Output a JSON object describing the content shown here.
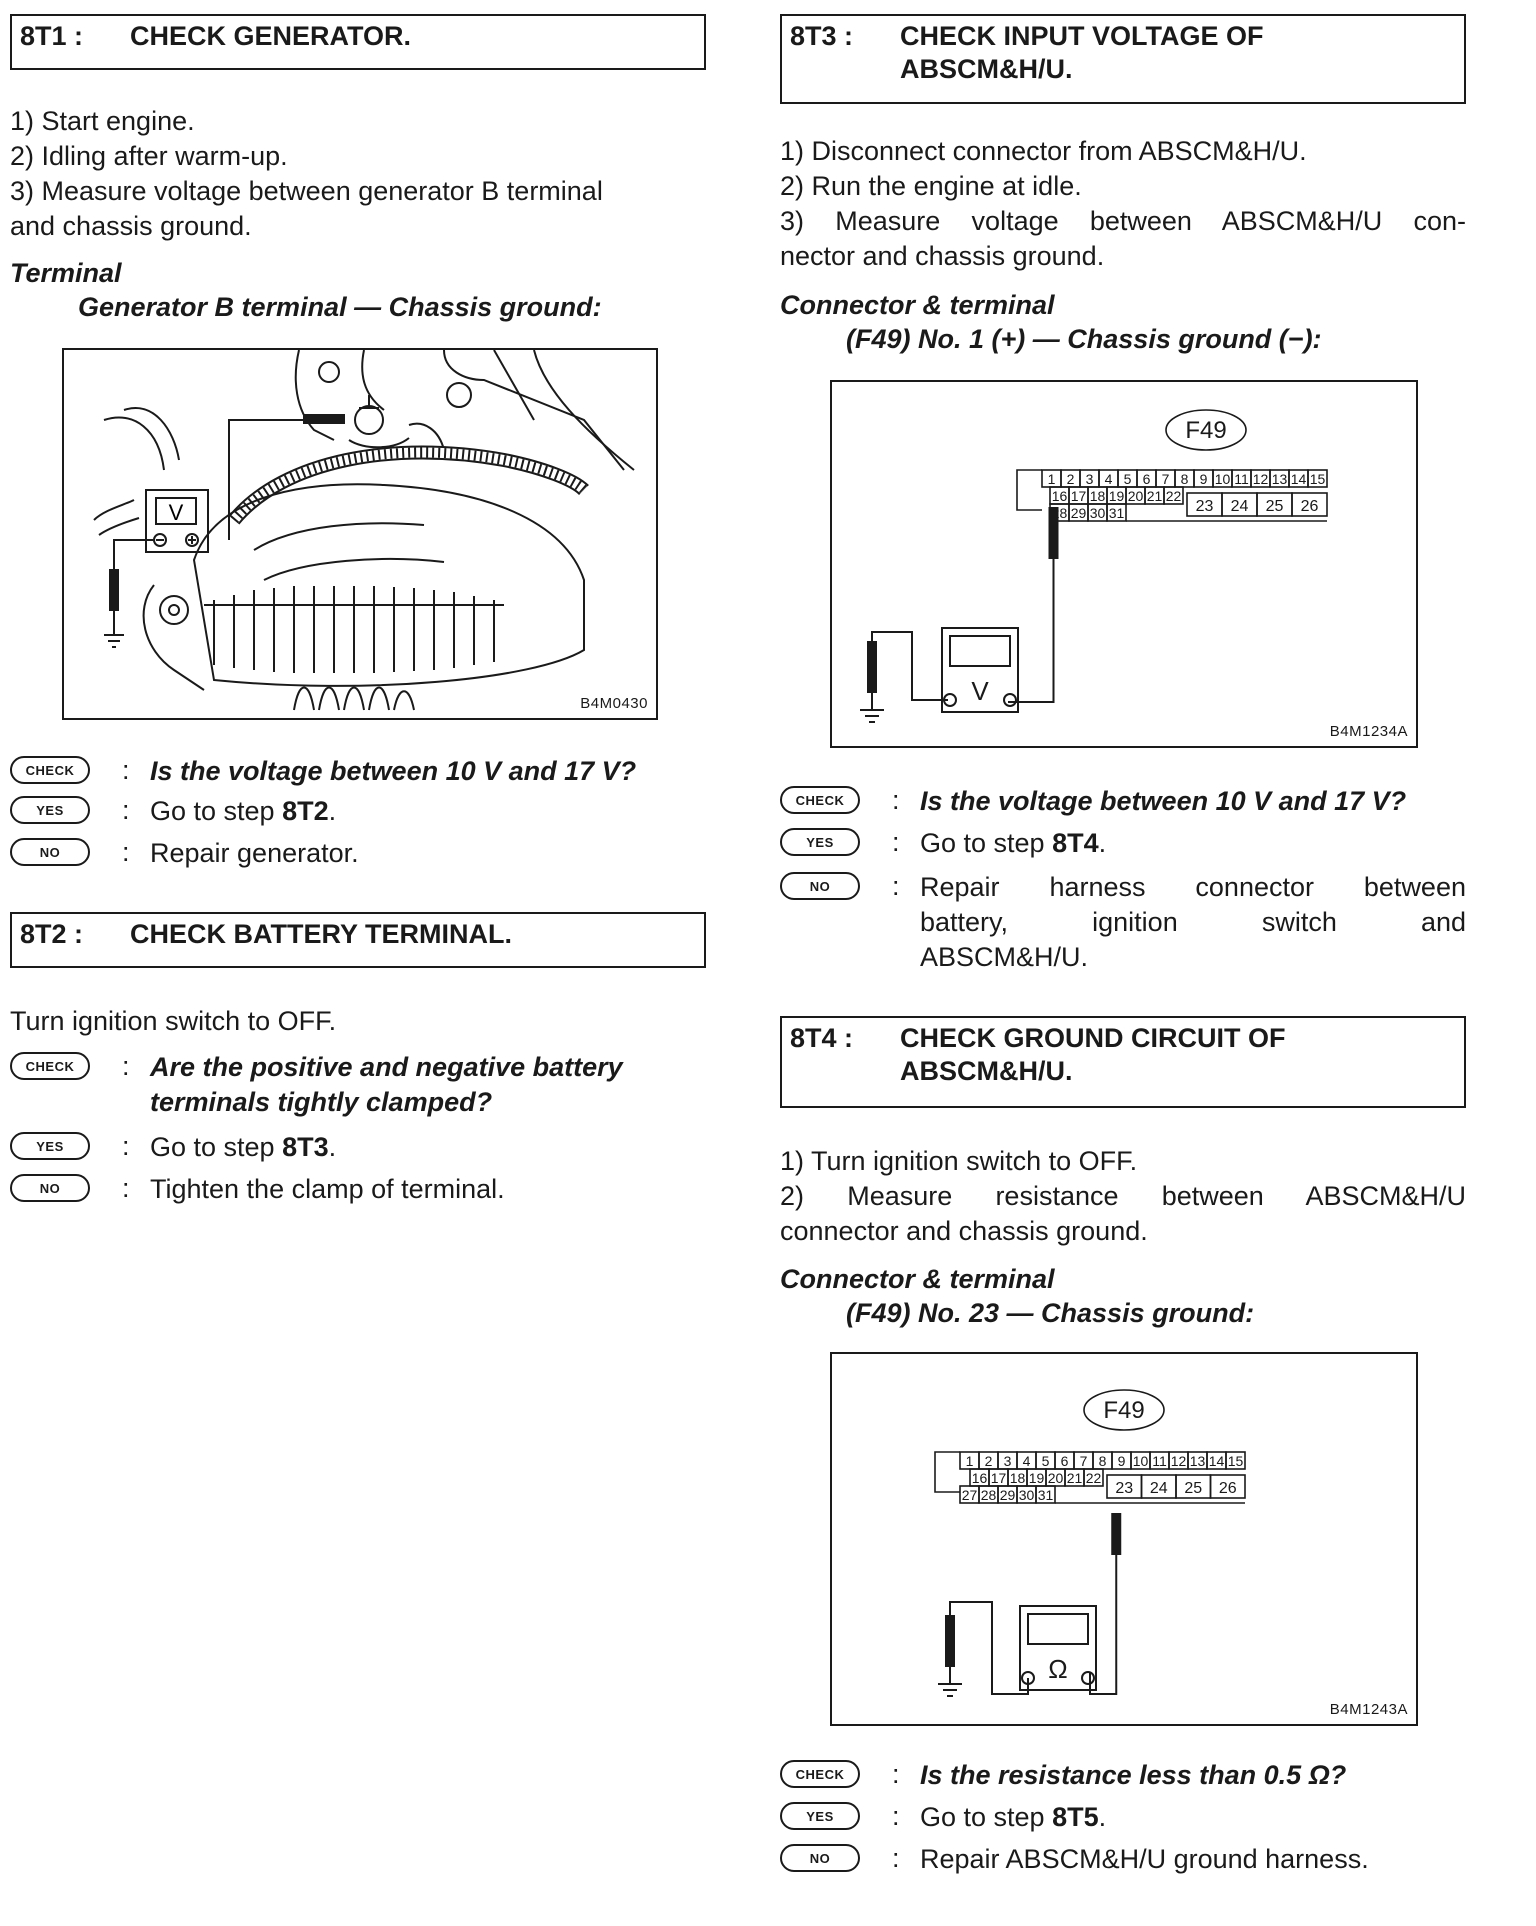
{
  "s8t1": {
    "num": "8T1 :",
    "title": "CHECK GENERATOR.",
    "steps": [
      "1)  Start engine.",
      "2)  Idling after warm-up.",
      "3)  Measure voltage between generator B terminal",
      "and chassis ground."
    ],
    "term_label": "Terminal",
    "term_line": "Generator B terminal — Chassis ground:",
    "figure": {
      "code": "B4M0430",
      "meter": "V"
    },
    "check_badge": "CHECK",
    "check": "Is the voltage between 10 V and 17 V?",
    "yes_badge": "YES",
    "yes_text": "Go to step ",
    "yes_step": "8T2",
    "yes_end": ".",
    "no_badge": "NO",
    "no_text": "Repair generator."
  },
  "s8t2": {
    "num": "8T2 :",
    "title": "CHECK BATTERY TERMINAL.",
    "intro": "Turn ignition switch to OFF.",
    "check_badge": "CHECK",
    "check_1": "Are the positive and negative battery",
    "check_2": "terminals tightly clamped?",
    "yes_badge": "YES",
    "yes_text": "Go to step ",
    "yes_step": "8T3",
    "yes_end": ".",
    "no_badge": "NO",
    "no_text": "Tighten the clamp of terminal."
  },
  "s8t3": {
    "num": "8T3 :",
    "title_1": "CHECK INPUT VOLTAGE OF",
    "title_2": "ABSCM&H/U.",
    "steps": [
      "1)  Disconnect connector from ABSCM&H/U.",
      "2)  Run the engine at idle.",
      "3)  Measure voltage between ABSCM&H/U con-",
      "nector and chassis ground."
    ],
    "term_label": "Connector & terminal",
    "term_line": "(F49) No. 1 (+) — Chassis ground (−):",
    "figure": {
      "code": "B4M1234A",
      "connector": "F49",
      "meter": "V",
      "row1": [
        "1",
        "2",
        "3",
        "4",
        "5",
        "6",
        "7",
        "8",
        "9",
        "10",
        "11",
        "12",
        "13",
        "14",
        "15"
      ],
      "row2": [
        "16",
        "17",
        "18",
        "19",
        "20",
        "21",
        "22"
      ],
      "row3": [
        "28",
        "29",
        "30",
        "31"
      ],
      "big": [
        "23",
        "24",
        "25",
        "26"
      ]
    },
    "check_badge": "CHECK",
    "check": "Is the voltage between 10 V and 17 V?",
    "yes_badge": "YES",
    "yes_text": "Go to step ",
    "yes_step": "8T4",
    "yes_end": ".",
    "no_badge": "NO",
    "no_1": "Repair   harness   connector   between",
    "no_2": "battery,      ignition      switch      and",
    "no_3": "ABSCM&H/U."
  },
  "s8t4": {
    "num": "8T4 :",
    "title_1": "CHECK GROUND CIRCUIT OF",
    "title_2": "ABSCM&H/U.",
    "steps": [
      "1)  Turn ignition switch to OFF.",
      "2)  Measure   resistance   between   ABSCM&H/U",
      "connector and chassis ground."
    ],
    "term_label": "Connector & terminal",
    "term_line": "(F49) No. 23 — Chassis ground:",
    "figure": {
      "code": "B4M1243A",
      "connector": "F49",
      "meter": "Ω",
      "row1": [
        "1",
        "2",
        "3",
        "4",
        "5",
        "6",
        "7",
        "8",
        "9",
        "10",
        "11",
        "12",
        "13",
        "14",
        "15"
      ],
      "row2": [
        "16",
        "17",
        "18",
        "19",
        "20",
        "21",
        "22"
      ],
      "row3": [
        "27",
        "28",
        "29",
        "30",
        "31"
      ],
      "big": [
        "23",
        "24",
        "25",
        "26"
      ]
    },
    "check_badge": "CHECK",
    "check": "Is the resistance less than 0.5 Ω?",
    "yes_badge": "YES",
    "yes_text": "Go to step ",
    "yes_step": "8T5",
    "yes_end": ".",
    "no_badge": "NO",
    "no_text": "Repair ABSCM&H/U ground harness."
  }
}
